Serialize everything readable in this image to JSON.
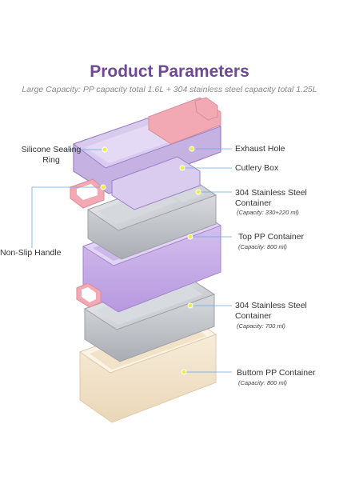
{
  "header": {
    "title": "Product Parameters",
    "subtitle": "Large Capacity: PP capacity total 1.6L + 304 stainless steel capacity total 1.25L"
  },
  "labels": {
    "silicone_ring": "Silicone Sealing\nRing",
    "non_slip_handle": "Non-Slip Handle",
    "exhaust_hole": "Exhaust Hole",
    "cutlery_box": "Cutlery Box",
    "steel_top": "304 Stainless Steel\nContainer",
    "steel_top_capacity": "(Capacity: 330+220 ml)",
    "top_pp": "Top PP Container",
    "top_pp_capacity": "(Capacity: 800 ml)",
    "steel_bottom": "304 Stainless Steel\nContainer",
    "steel_bottom_capacity": "(Capacity: 700 ml)",
    "bottom_pp": "Buttom PP Container",
    "bottom_pp_capacity": "(Capacity: 800 ml)"
  },
  "colors": {
    "title": "#6f4a93",
    "lid_lavender": "#c6b2e2",
    "pink": "#f2a9b4",
    "steel": "#c9ccd1",
    "pp_lavender": "#c5a9e6",
    "cream": "#f4e6cf",
    "dot": "#f0ec4a",
    "leader": "#6aa7e0"
  }
}
